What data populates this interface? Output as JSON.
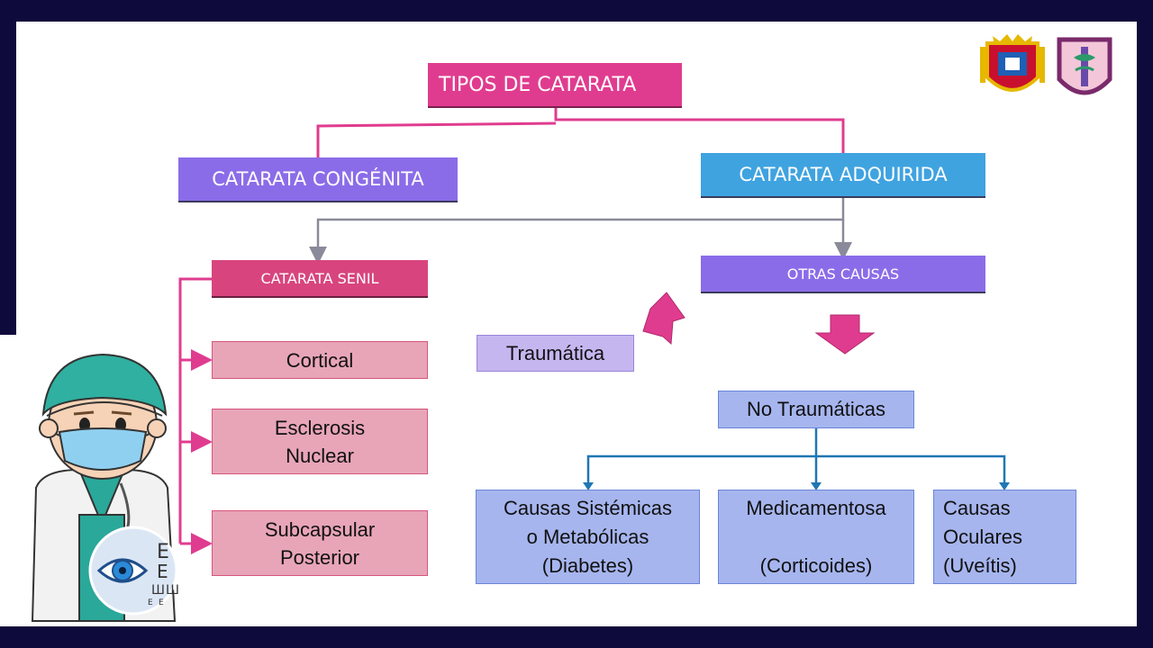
{
  "diagram": {
    "root": "TIPOS DE CATARATA",
    "congenita": "CATARATA CONGÉNITA",
    "adquirida": "CATARATA ADQUIRIDA",
    "senil": "CATARATA SENIL",
    "otras_causas": "OTRAS CAUSAS",
    "senil_types": [
      "Cortical",
      "Esclerosis\nNuclear",
      "Subcapsular\nPosterior"
    ],
    "traumatica": "Traumática",
    "no_traumaticas": "No Traumáticas",
    "no_traumaticas_types": [
      "Causas Sistémicas\no  Metabólicas\n(Diabetes)",
      "Medicamentosa\n\n(Corticoides)",
      "Causas\nOculares\n(Uveítis)"
    ]
  },
  "colors": {
    "pink_connector": "#e03c8f",
    "gray_connector": "#8a8a9a",
    "blue_connector": "#1f77b4",
    "arrow_fill": "#e03c8f"
  },
  "decorations": {
    "doctor_illustration": "doctor-icon",
    "eye_chart_letters": [
      "E",
      "E",
      "Ш",
      "Ш",
      "E",
      "E"
    ],
    "logo_left": "university-shield-icon",
    "logo_right": "faculty-shield-icon"
  }
}
